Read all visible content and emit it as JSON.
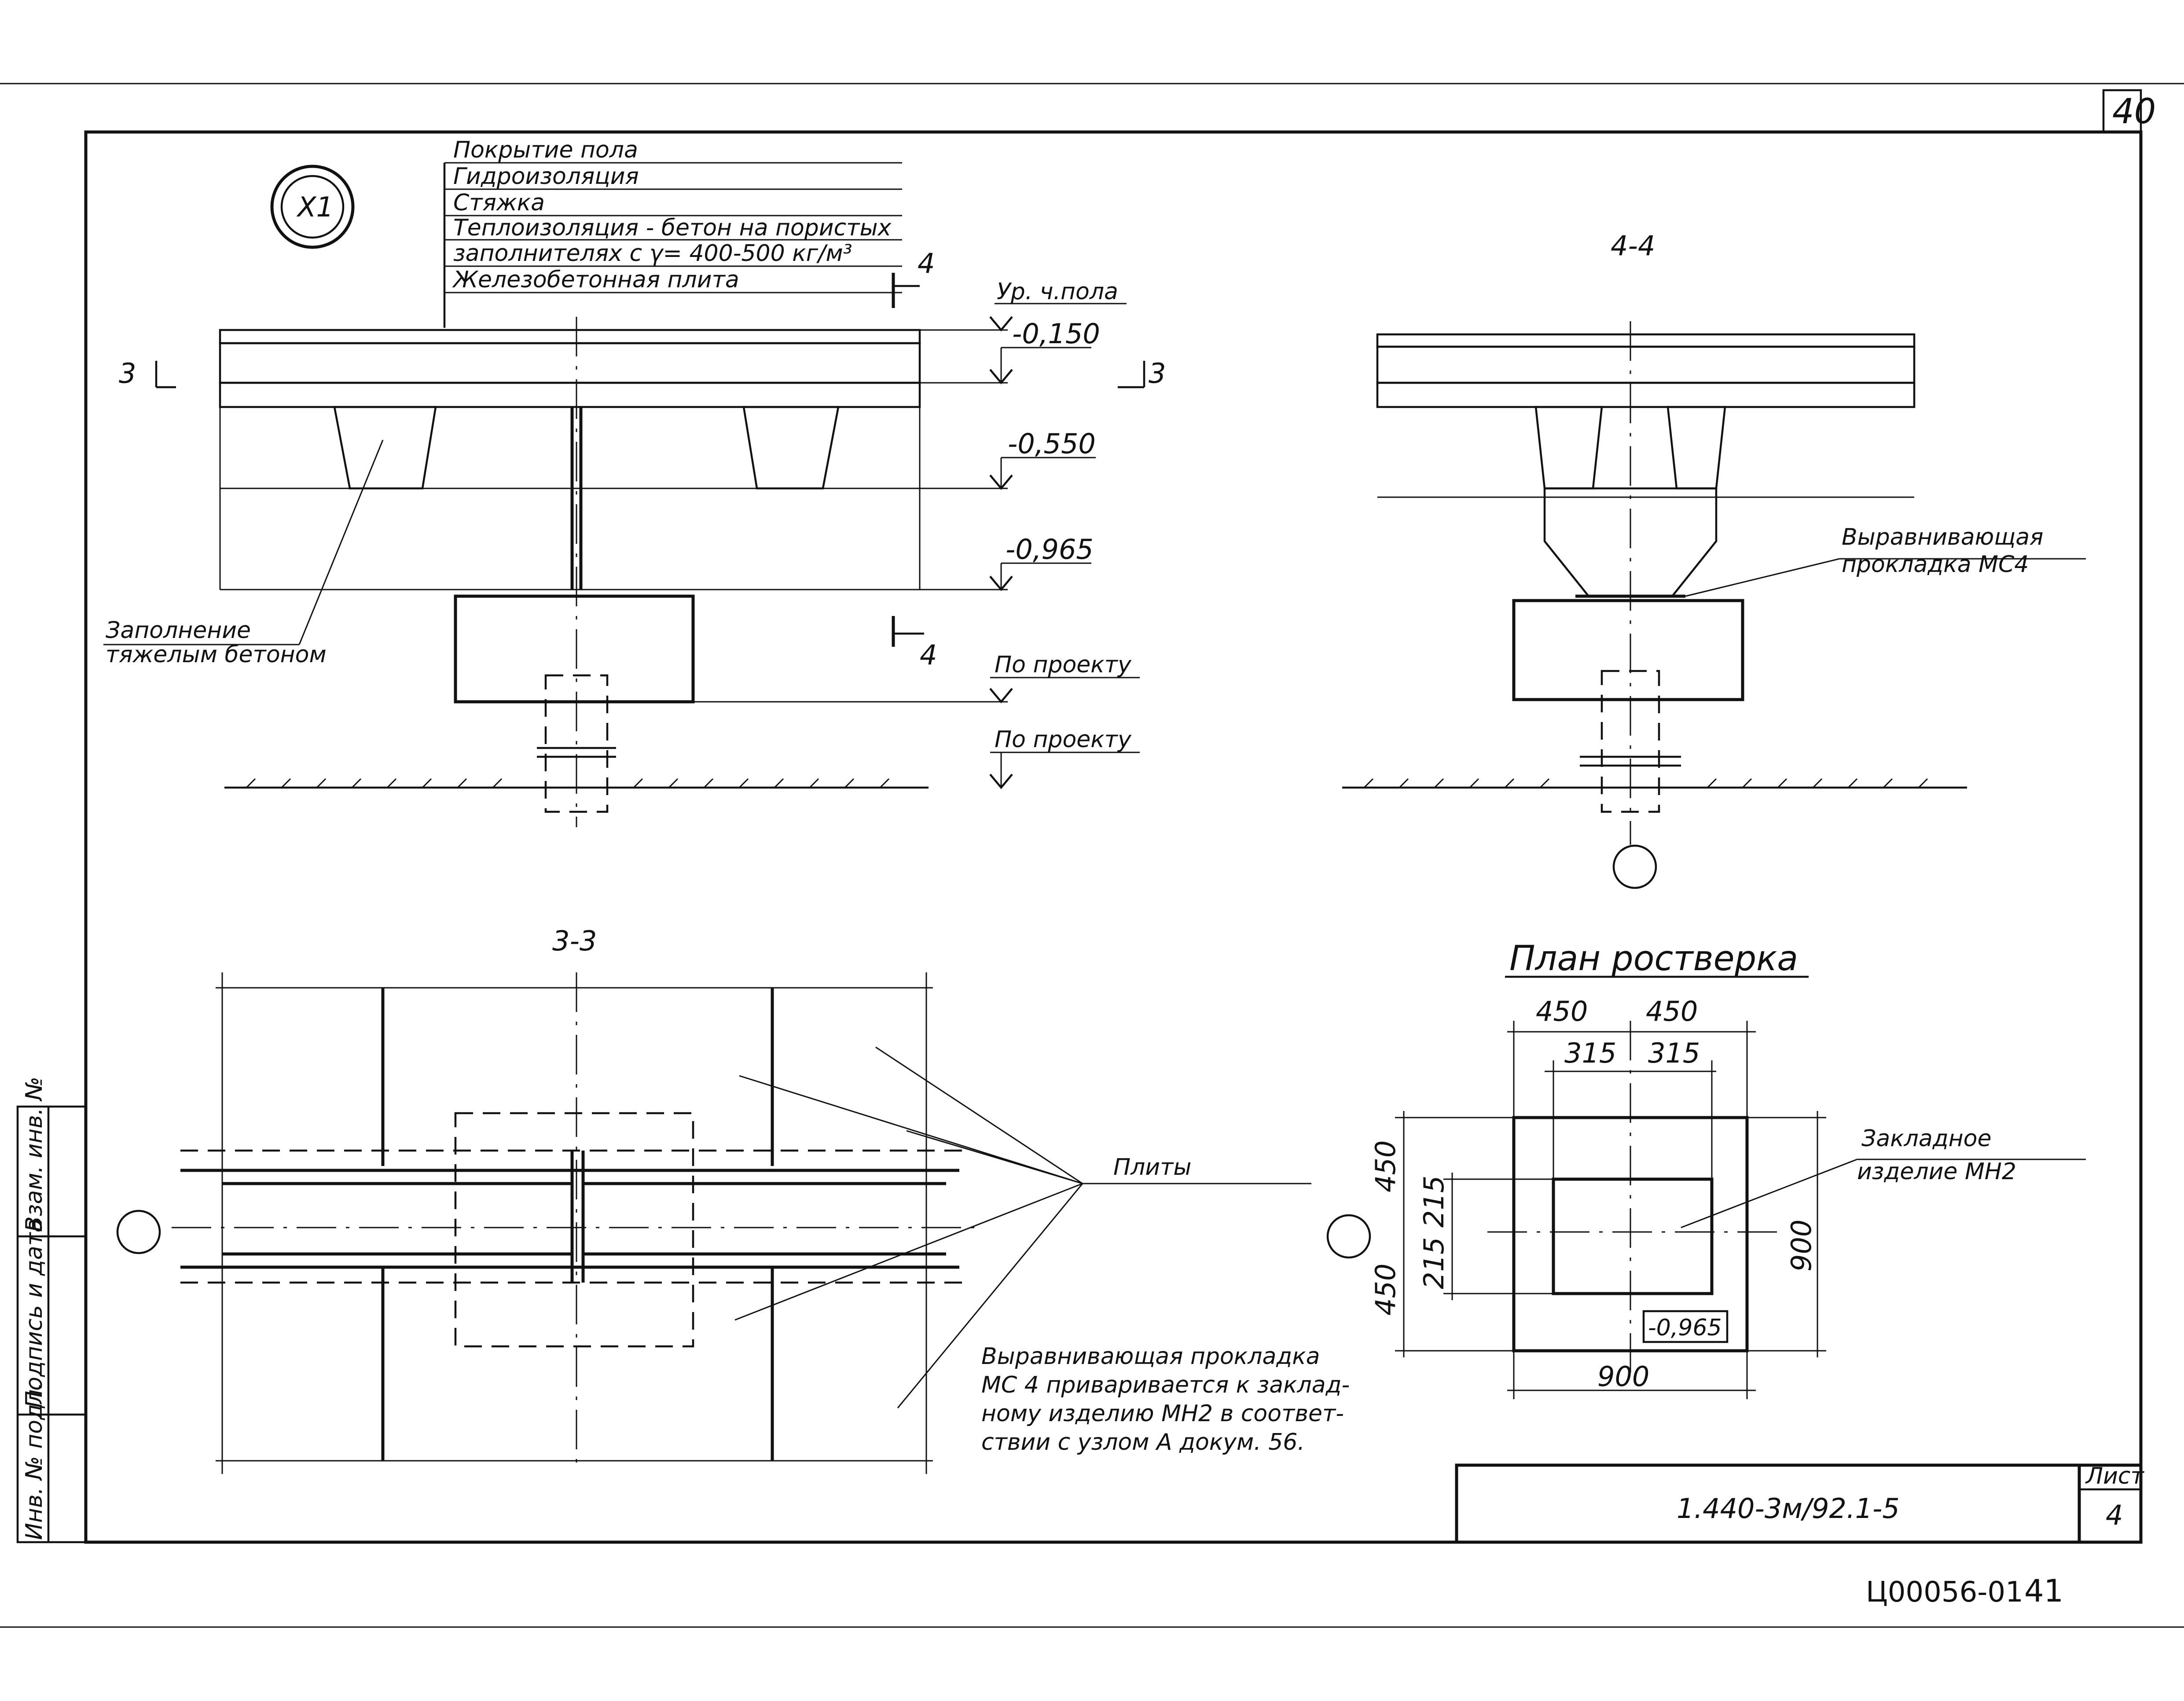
{
  "sheet_number_top": "40",
  "section_node": "X1",
  "section_marker_4": "4",
  "section_marker_3": "3",
  "layers": {
    "l1": "Покрытие пола",
    "l2": "Гидроизоляция",
    "l3": "Стяжка",
    "l4": "Теплоизоляция - бетон на пористых",
    "l5": "заполнителях с γ= 400-500 кг/м³",
    "l6": "Железобетонная плита"
  },
  "levels": {
    "floor_label": "Ур. ч.пола",
    "l1": "-0,150",
    "l2": "-0,550",
    "l3": "-0,965",
    "proj1": "По проекту",
    "proj2": "По проекту"
  },
  "fill_note": {
    "line1": "Заполнение",
    "line2": "тяжелым бетоном"
  },
  "sec44": {
    "title": "4-4",
    "pad_line1": "Выравнивающая",
    "pad_line2": "прокладка МС4"
  },
  "sec33": {
    "title": "3-3",
    "slabs": "Плиты",
    "note1": "Выравнивающая прокладка",
    "note2": "МС 4 приваривается к заклад-",
    "note3": "ному изделию МН2 в соответ-",
    "note4": "ствии с узлом А докум. 56."
  },
  "plan": {
    "title": "План ростверка",
    "d450a": "450",
    "d450b": "450",
    "d315a": "315",
    "d315b": "315",
    "left450a": "450",
    "left450b": "450",
    "left215a": "215",
    "left215b": "215",
    "right900": "900",
    "bottom900": "900",
    "level": "-0,965",
    "embed1": "Закладное",
    "embed2": "изделие МН2"
  },
  "side_stamp": {
    "c1": "Инв. № подл.",
    "c2": "Подпись и дата",
    "c3": "Взам. инв. №"
  },
  "title_block": {
    "doc_code": "1.440-3м/92.1-5",
    "sheet_label": "Лист",
    "sheet_value": "4"
  },
  "footer": {
    "code": "Ц00056-01",
    "page": "41"
  }
}
